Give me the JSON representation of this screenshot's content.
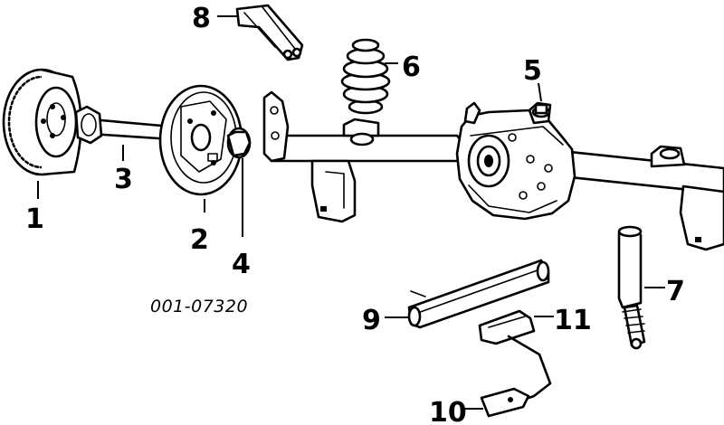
{
  "diagram": {
    "reference_code": "001-07320",
    "callouts": [
      {
        "id": "1",
        "label": "1"
      },
      {
        "id": "2",
        "label": "2"
      },
      {
        "id": "3",
        "label": "3"
      },
      {
        "id": "4",
        "label": "4"
      },
      {
        "id": "5",
        "label": "5"
      },
      {
        "id": "6",
        "label": "6"
      },
      {
        "id": "7",
        "label": "7"
      },
      {
        "id": "8",
        "label": "8"
      },
      {
        "id": "9",
        "label": "9"
      },
      {
        "id": "10",
        "label": "10"
      },
      {
        "id": "11",
        "label": "11"
      }
    ]
  }
}
